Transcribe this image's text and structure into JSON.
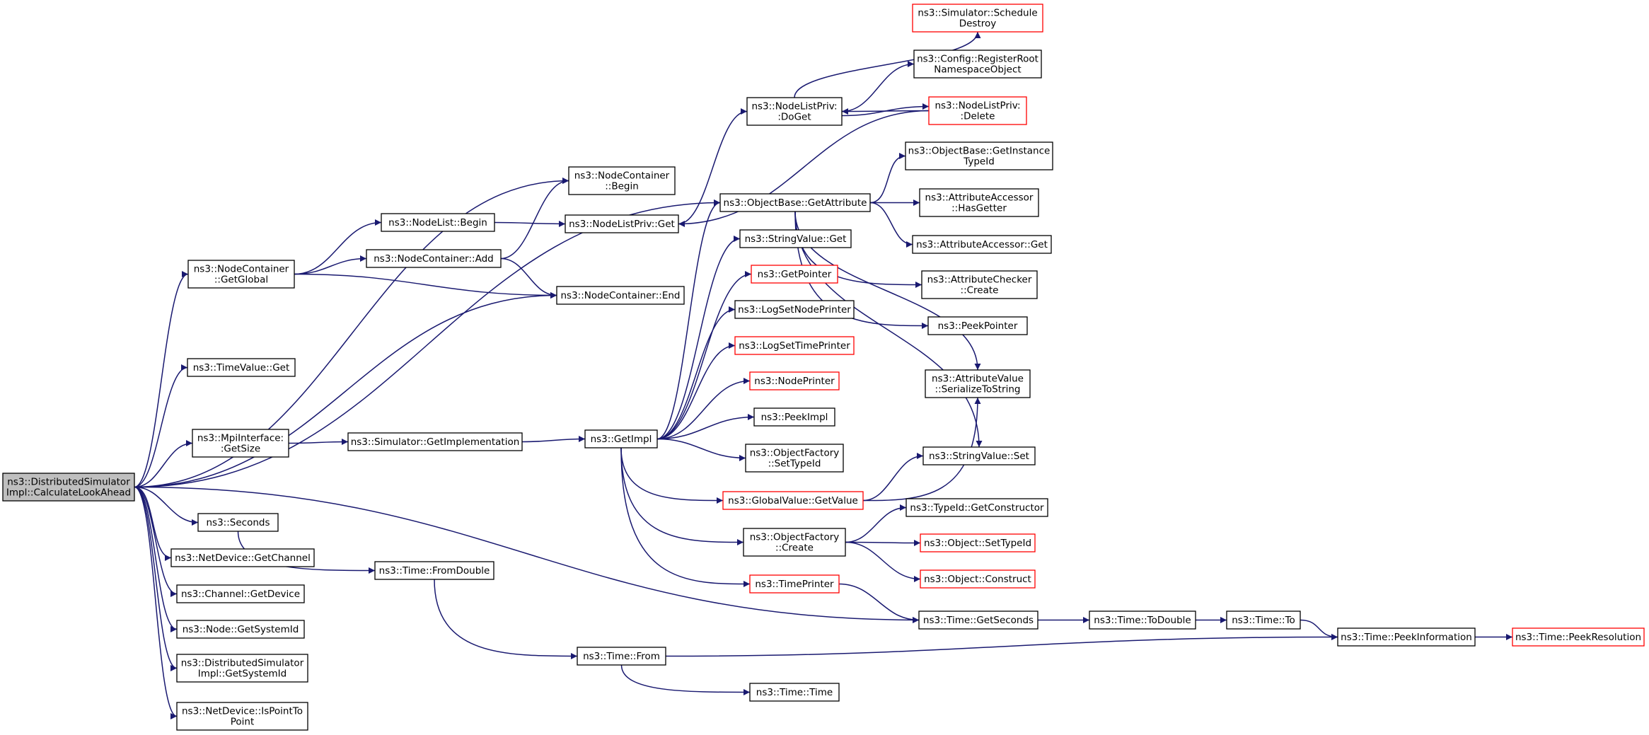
{
  "diagram": {
    "nodes": [
      {
        "id": "root",
        "lines": [
          "ns3::DistributedSimulator",
          "Impl::CalculateLookAhead"
        ],
        "style": "root"
      },
      {
        "id": "nc_getglobal",
        "lines": [
          "ns3::NodeContainer",
          "::GetGlobal"
        ]
      },
      {
        "id": "nl_begin",
        "lines": [
          "ns3::NodeList::Begin"
        ]
      },
      {
        "id": "nc_add",
        "lines": [
          "ns3::NodeContainer::Add"
        ]
      },
      {
        "id": "nc_begin",
        "lines": [
          "ns3::NodeContainer",
          "::Begin"
        ]
      },
      {
        "id": "nlp_get",
        "lines": [
          "ns3::NodeListPriv::Get"
        ]
      },
      {
        "id": "nc_end",
        "lines": [
          "ns3::NodeContainer::End"
        ]
      },
      {
        "id": "tv_get",
        "lines": [
          "ns3::TimeValue::Get"
        ]
      },
      {
        "id": "mpi_getsize",
        "lines": [
          "ns3::MpiInterface:",
          ":GetSize"
        ]
      },
      {
        "id": "sim_getimpl",
        "lines": [
          "ns3::Simulator::GetImplementation"
        ]
      },
      {
        "id": "getimpl",
        "lines": [
          "ns3::GetImpl"
        ]
      },
      {
        "id": "seconds",
        "lines": [
          "ns3::Seconds"
        ]
      },
      {
        "id": "nd_getchannel",
        "lines": [
          "ns3::NetDevice::GetChannel"
        ]
      },
      {
        "id": "ch_getdevice",
        "lines": [
          "ns3::Channel::GetDevice"
        ]
      },
      {
        "id": "node_getsysid",
        "lines": [
          "ns3::Node::GetSystemId"
        ]
      },
      {
        "id": "dsi_getsysid",
        "lines": [
          "ns3::DistributedSimulator",
          "Impl::GetSystemId"
        ]
      },
      {
        "id": "nd_isp2p",
        "lines": [
          "ns3::NetDevice::IsPointTo",
          "Point"
        ]
      },
      {
        "id": "t_fromdouble",
        "lines": [
          "ns3::Time::FromDouble"
        ]
      },
      {
        "id": "t_from",
        "lines": [
          "ns3::Time::From"
        ]
      },
      {
        "id": "t_time",
        "lines": [
          "ns3::Time::Time"
        ]
      },
      {
        "id": "nlp_doget",
        "lines": [
          "ns3::NodeListPriv:",
          ":DoGet"
        ]
      },
      {
        "id": "sim_scheddestroy",
        "lines": [
          "ns3::Simulator::Schedule",
          "Destroy"
        ],
        "style": "trunc"
      },
      {
        "id": "cfg_regroot",
        "lines": [
          "ns3::Config::RegisterRoot",
          "NamespaceObject"
        ]
      },
      {
        "id": "nlp_delete",
        "lines": [
          "ns3::NodeListPriv:",
          ":Delete"
        ],
        "style": "trunc"
      },
      {
        "id": "ob_getattr",
        "lines": [
          "ns3::ObjectBase::GetAttribute"
        ]
      },
      {
        "id": "sv_get",
        "lines": [
          "ns3::StringValue::Get"
        ]
      },
      {
        "id": "getpointer",
        "lines": [
          "ns3::GetPointer"
        ],
        "style": "trunc"
      },
      {
        "id": "logsetnodeprinter",
        "lines": [
          "ns3::LogSetNodePrinter"
        ]
      },
      {
        "id": "logsettimeprinter",
        "lines": [
          "ns3::LogSetTimePrinter"
        ],
        "style": "trunc"
      },
      {
        "id": "nodeprinter",
        "lines": [
          "ns3::NodePrinter"
        ],
        "style": "trunc"
      },
      {
        "id": "peekimpl",
        "lines": [
          "ns3::PeekImpl"
        ]
      },
      {
        "id": "of_settypeid",
        "lines": [
          "ns3::ObjectFactory",
          "::SetTypeId"
        ]
      },
      {
        "id": "gv_getvalue",
        "lines": [
          "ns3::GlobalValue::GetValue"
        ],
        "style": "trunc"
      },
      {
        "id": "of_create",
        "lines": [
          "ns3::ObjectFactory",
          "::Create"
        ]
      },
      {
        "id": "timeprinter",
        "lines": [
          "ns3::TimePrinter"
        ],
        "style": "trunc"
      },
      {
        "id": "t_getseconds",
        "lines": [
          "ns3::Time::GetSeconds"
        ]
      },
      {
        "id": "t_todouble",
        "lines": [
          "ns3::Time::ToDouble"
        ]
      },
      {
        "id": "t_to",
        "lines": [
          "ns3::Time::To"
        ]
      },
      {
        "id": "t_peekinfo",
        "lines": [
          "ns3::Time::PeekInformation"
        ]
      },
      {
        "id": "t_peekres",
        "lines": [
          "ns3::Time::PeekResolution"
        ],
        "style": "trunc"
      },
      {
        "id": "ob_getinsttypeid",
        "lines": [
          "ns3::ObjectBase::GetInstance",
          "TypeId"
        ]
      },
      {
        "id": "aa_hasgetter",
        "lines": [
          "ns3::AttributeAccessor",
          "::HasGetter"
        ]
      },
      {
        "id": "aa_get",
        "lines": [
          "ns3::AttributeAccessor::Get"
        ]
      },
      {
        "id": "ac_create",
        "lines": [
          "ns3::AttributeChecker",
          "::Create"
        ]
      },
      {
        "id": "peekpointer",
        "lines": [
          "ns3::PeekPointer"
        ]
      },
      {
        "id": "av_serialize",
        "lines": [
          "ns3::AttributeValue",
          "::SerializeToString"
        ]
      },
      {
        "id": "sv_set",
        "lines": [
          "ns3::StringValue::Set"
        ]
      },
      {
        "id": "tid_getctor",
        "lines": [
          "ns3::TypeId::GetConstructor"
        ]
      },
      {
        "id": "obj_settypeid",
        "lines": [
          "ns3::Object::SetTypeId"
        ],
        "style": "trunc"
      },
      {
        "id": "obj_construct",
        "lines": [
          "ns3::Object::Construct"
        ],
        "style": "trunc"
      }
    ],
    "edges": [
      [
        "root",
        "nc_getglobal"
      ],
      [
        "root",
        "nc_begin"
      ],
      [
        "root",
        "nc_end"
      ],
      [
        "root",
        "tv_get"
      ],
      [
        "root",
        "ob_getattr"
      ],
      [
        "root",
        "mpi_getsize"
      ],
      [
        "root",
        "seconds"
      ],
      [
        "root",
        "nd_getchannel"
      ],
      [
        "root",
        "ch_getdevice"
      ],
      [
        "root",
        "node_getsysid"
      ],
      [
        "root",
        "dsi_getsysid"
      ],
      [
        "root",
        "nd_isp2p"
      ],
      [
        "root",
        "t_getseconds"
      ],
      [
        "nc_getglobal",
        "nl_begin"
      ],
      [
        "nc_getglobal",
        "nc_add"
      ],
      [
        "nc_getglobal",
        "nc_end"
      ],
      [
        "nl_begin",
        "nlp_get"
      ],
      [
        "nc_add",
        "nc_begin"
      ],
      [
        "nc_add",
        "nc_end"
      ],
      [
        "nlp_get",
        "nlp_doget"
      ],
      [
        "nlp_doget",
        "sim_scheddestroy"
      ],
      [
        "nlp_doget",
        "cfg_regroot"
      ],
      [
        "nlp_doget",
        "nlp_delete"
      ],
      [
        "nlp_delete",
        "nlp_doget"
      ],
      [
        "nlp_delete",
        "nlp_get"
      ],
      [
        "mpi_getsize",
        "sim_getimpl"
      ],
      [
        "sim_getimpl",
        "getimpl"
      ],
      [
        "getimpl",
        "ob_getattr"
      ],
      [
        "getimpl",
        "sv_get"
      ],
      [
        "getimpl",
        "getpointer"
      ],
      [
        "getimpl",
        "logsetnodeprinter"
      ],
      [
        "getimpl",
        "logsettimeprinter"
      ],
      [
        "getimpl",
        "nodeprinter"
      ],
      [
        "getimpl",
        "peekimpl"
      ],
      [
        "getimpl",
        "of_settypeid"
      ],
      [
        "getimpl",
        "gv_getvalue"
      ],
      [
        "getimpl",
        "of_create"
      ],
      [
        "getimpl",
        "timeprinter"
      ],
      [
        "ob_getattr",
        "ob_getinsttypeid"
      ],
      [
        "ob_getattr",
        "aa_hasgetter"
      ],
      [
        "ob_getattr",
        "aa_get"
      ],
      [
        "ob_getattr",
        "ac_create"
      ],
      [
        "ob_getattr",
        "peekpointer"
      ],
      [
        "ob_getattr",
        "av_serialize"
      ],
      [
        "ob_getattr",
        "sv_set"
      ],
      [
        "gv_getvalue",
        "av_serialize"
      ],
      [
        "gv_getvalue",
        "sv_set"
      ],
      [
        "of_create",
        "tid_getctor"
      ],
      [
        "of_create",
        "obj_settypeid"
      ],
      [
        "of_create",
        "obj_construct"
      ],
      [
        "timeprinter",
        "t_getseconds"
      ],
      [
        "seconds",
        "t_fromdouble"
      ],
      [
        "t_fromdouble",
        "t_from"
      ],
      [
        "t_from",
        "t_time"
      ],
      [
        "t_from",
        "t_peekinfo"
      ],
      [
        "t_getseconds",
        "t_todouble"
      ],
      [
        "t_todouble",
        "t_to"
      ],
      [
        "t_to",
        "t_peekinfo"
      ],
      [
        "t_peekinfo",
        "t_peekres"
      ]
    ]
  },
  "colors": {
    "edge": "#191970",
    "node_border": "#000000",
    "truncated_border": "#ff0000",
    "root_fill": "#bfbfbf"
  }
}
